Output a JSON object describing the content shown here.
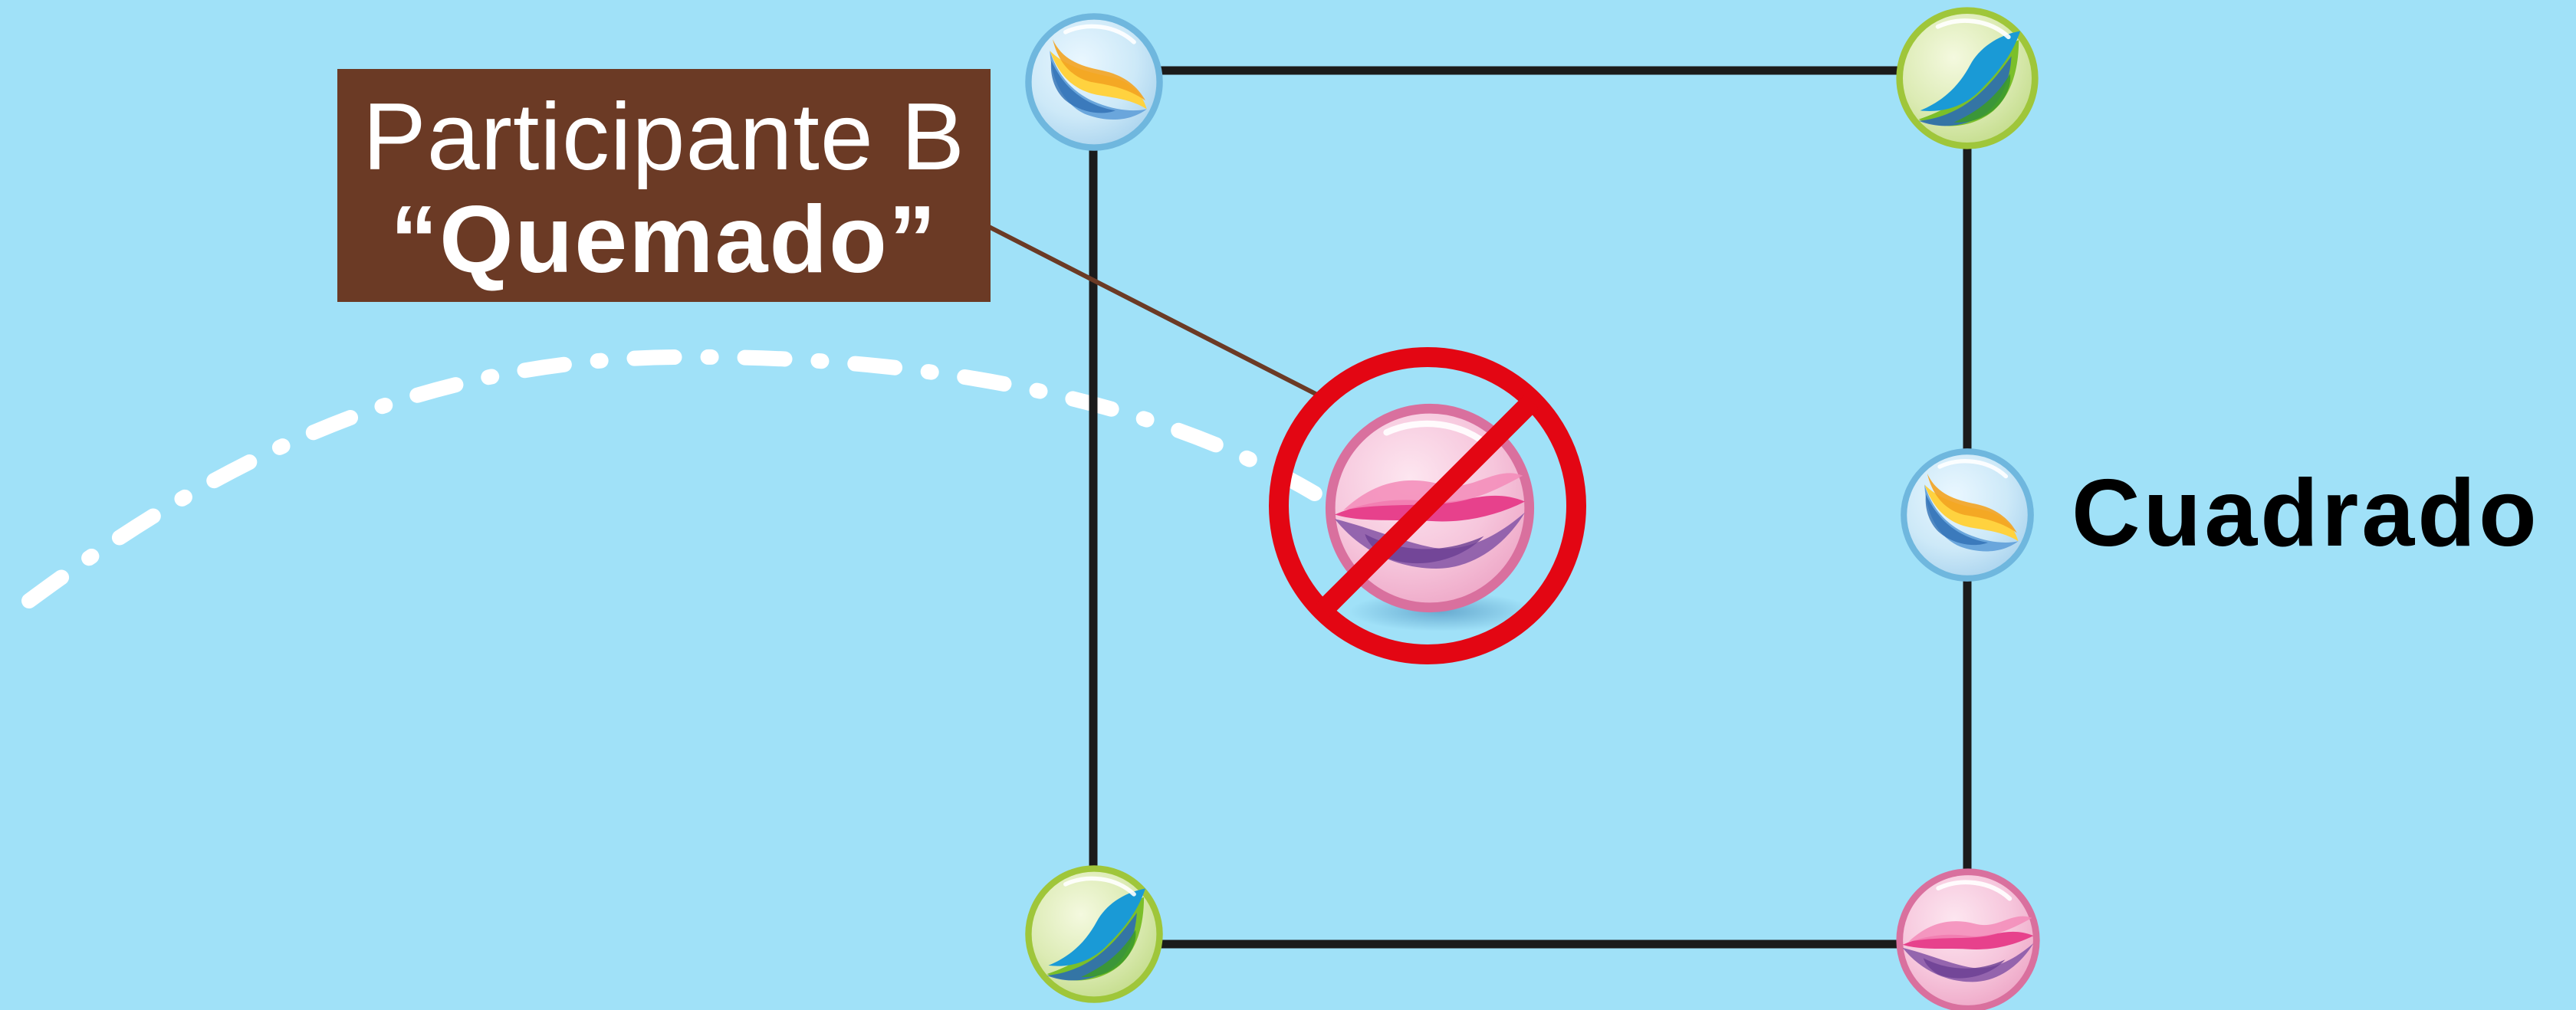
{
  "callout": {
    "line1": "Participante B",
    "line2": "“Quemado”"
  },
  "shape_label": "Cuadrado",
  "colors": {
    "background": "#a0e1f8",
    "callout_fill": "#6b3a25",
    "callout_text": "#ffffff",
    "square_stroke": "#1b1b1b",
    "dashed_path": "#ffffff",
    "prohibition": "#e30613"
  },
  "marbles": [
    {
      "name": "marble-top-left",
      "variant": "blue"
    },
    {
      "name": "marble-top-right",
      "variant": "green"
    },
    {
      "name": "marble-right-middle",
      "variant": "blue"
    },
    {
      "name": "marble-bottom-left",
      "variant": "green"
    },
    {
      "name": "marble-bottom-right",
      "variant": "pink"
    },
    {
      "name": "marble-center-burned",
      "variant": "pink"
    }
  ],
  "icons": {
    "prohibition": "no-symbol-icon"
  }
}
